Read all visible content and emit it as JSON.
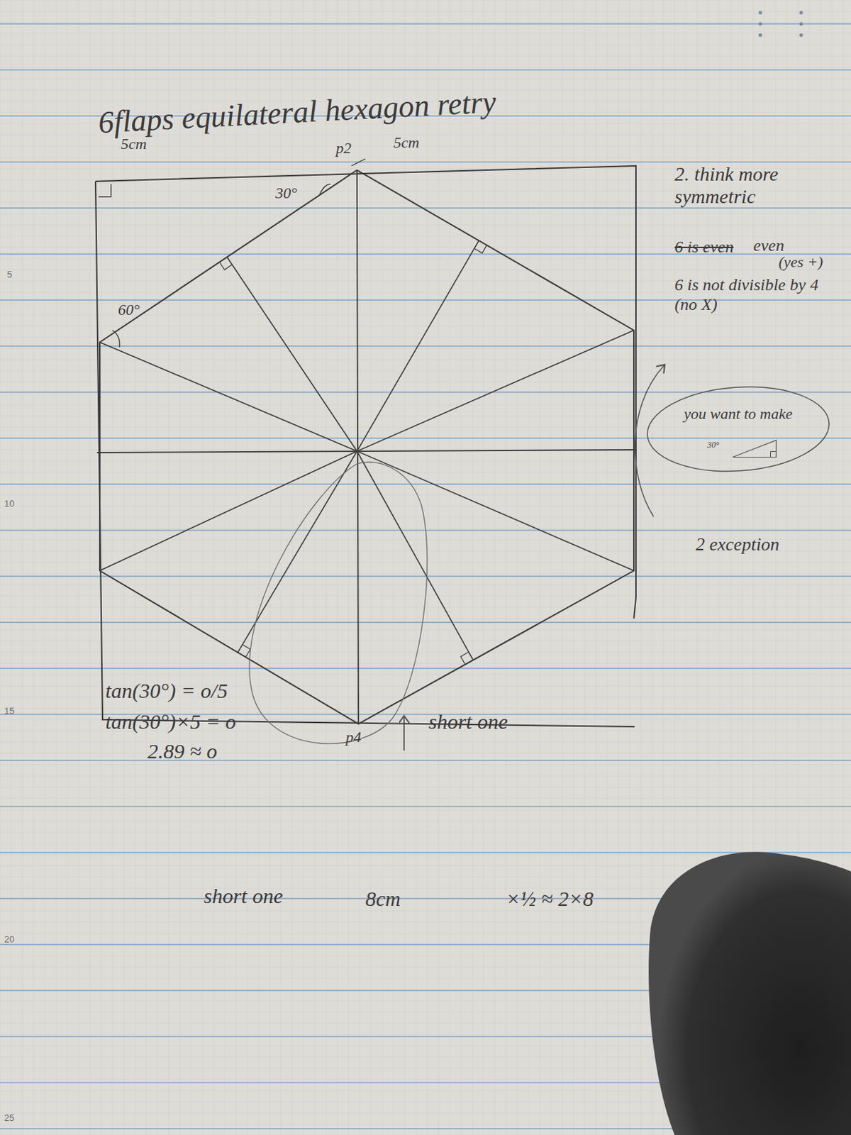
{
  "diagram": {
    "title": "6flaps equilateral hexagon retry",
    "nodes": [
      {
        "text": [
          "you want to make",
          "30°"
        ]
      }
    ],
    "labels": [
      "5cm",
      "5cm",
      "p2",
      "30°",
      "60°",
      "2. think more symmetric",
      "6 is even",
      "even",
      "(yes +)",
      "6 is not divisible by 4 (no X)",
      "2 exception",
      "p4",
      "tan(30°) = o/5",
      "tan(30°)×5 = o",
      "2.89 ≈ o",
      "short one",
      "short one",
      "8cm",
      "×½ ≈ 2×8",
      "5",
      "10",
      "15",
      "20",
      "25"
    ]
  }
}
